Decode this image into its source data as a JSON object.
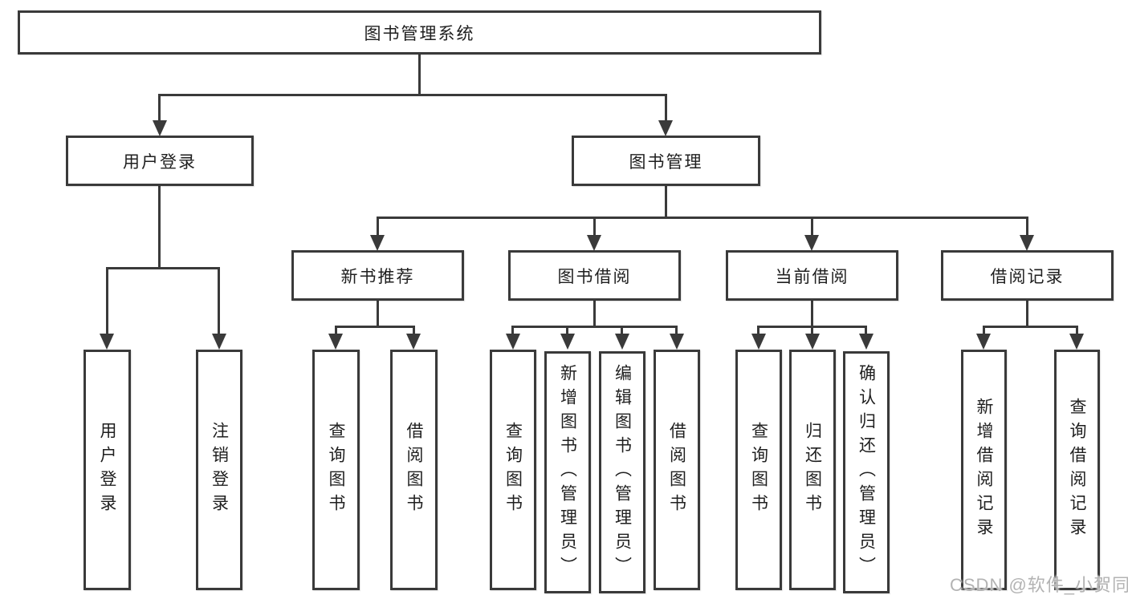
{
  "root": {
    "label": "图书管理系统"
  },
  "level2": {
    "user_login": {
      "label": "用户登录"
    },
    "book_mgmt": {
      "label": "图书管理"
    }
  },
  "level3": {
    "new_books": {
      "label": "新书推荐"
    },
    "book_borrow": {
      "label": "图书借阅"
    },
    "current_borrow": {
      "label": "当前借阅"
    },
    "borrow_history": {
      "label": "借阅记录"
    }
  },
  "leaves": {
    "user_login": [
      "用户登录",
      "注销登录"
    ],
    "new_books": [
      "查询图书",
      "借阅图书"
    ],
    "book_borrow": [
      "查询图书",
      "新增图书（管理员）",
      "编辑图书（管理员）",
      "借阅图书"
    ],
    "current_borrow": [
      "查询图书",
      "归还图书",
      "确认归还（管理员）"
    ],
    "borrow_history": [
      "新增借阅记录",
      "查询借阅记录"
    ]
  },
  "watermark": {
    "text": "CSDN @软件_小贺同学"
  },
  "colors": {
    "line": "#3a3a3a",
    "text": "#1f1f1f",
    "box_background": "#ffffff",
    "watermark": "#b3b3b3",
    "page_background": "#ffffff"
  }
}
